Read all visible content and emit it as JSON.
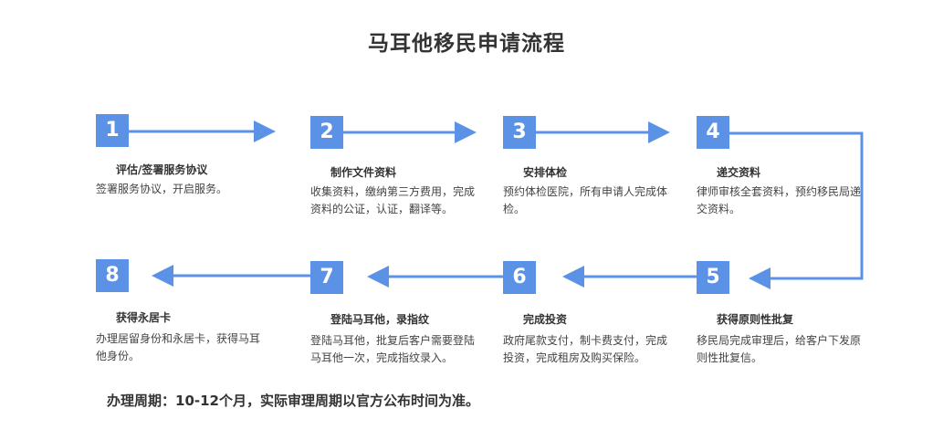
{
  "title": "马耳他移民申请流程",
  "accent_color": "#5b92e5",
  "steps": [
    {
      "num": "1",
      "title": "评估/签署服务协议",
      "desc": "签署服务协议，开启服务。"
    },
    {
      "num": "2",
      "title": "制作文件资料",
      "desc": "收集资料，缴纳第三方费用，完成资料的公证，认证，翻译等。"
    },
    {
      "num": "3",
      "title": "安排体检",
      "desc": "预约体检医院，所有申请人完成体检。"
    },
    {
      "num": "4",
      "title": "递交资料",
      "desc": "律师审核全套资料，预约移民局递交资料。"
    },
    {
      "num": "5",
      "title": "获得原则性批复",
      "desc": "移民局完成审理后，给客户下发原则性批复信。"
    },
    {
      "num": "6",
      "title": "完成投资",
      "desc": "政府尾款支付，制卡费支付，完成投资，完成租房及购买保险。"
    },
    {
      "num": "7",
      "title": "登陆马耳他，录指纹",
      "desc": "登陆马耳他，批复后客户需要登陆马耳他一次，完成指纹录入。"
    },
    {
      "num": "8",
      "title": "获得永居卡",
      "desc": "办理居留身份和永居卡，获得马耳他身份。"
    }
  ],
  "footer": "办理周期：10-12个月，实际审理周期以官方公布时间为准。"
}
